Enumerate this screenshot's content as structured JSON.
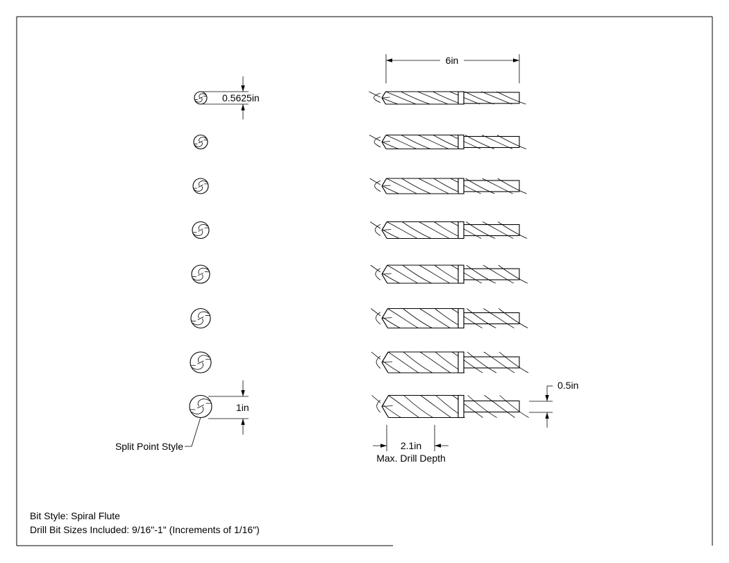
{
  "dimensions": {
    "overall_length": "6in",
    "smallest_diameter": "0.5625in",
    "largest_diameter": "1in",
    "shank_diameter": "0.5in",
    "drill_depth": "2.1in",
    "drill_depth_caption": "Max. Drill Depth"
  },
  "callouts": {
    "point_style": "Split Point Style"
  },
  "notes": {
    "bit_style": "Bit Style: Spiral Flute",
    "sizes_included": "Drill Bit Sizes Included: 9/16\"-1\" (Increments of 1/16\")"
  },
  "bits": [
    {
      "diameter_in": 0.5625
    },
    {
      "diameter_in": 0.625
    },
    {
      "diameter_in": 0.6875
    },
    {
      "diameter_in": 0.75
    },
    {
      "diameter_in": 0.8125
    },
    {
      "diameter_in": 0.875
    },
    {
      "diameter_in": 0.9375
    },
    {
      "diameter_in": 1.0
    }
  ]
}
